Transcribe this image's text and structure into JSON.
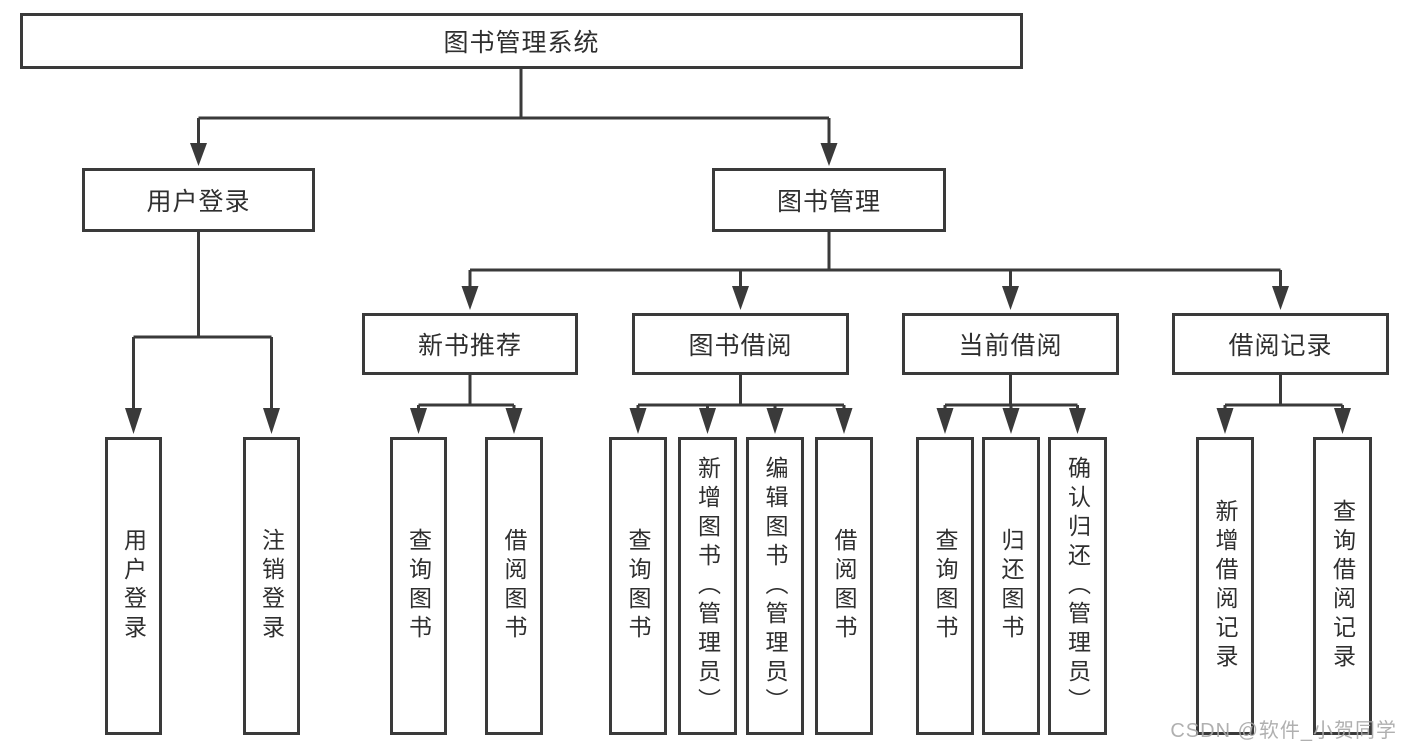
{
  "diagram": {
    "root": "图书管理系统",
    "branches": [
      {
        "label": "用户登录",
        "children": [
          "用户登录",
          "注销登录"
        ]
      },
      {
        "label": "图书管理",
        "sections": [
          {
            "label": "新书推荐",
            "children": [
              "查询图书",
              "借阅图书"
            ]
          },
          {
            "label": "图书借阅",
            "children": [
              "查询图书",
              "新增图书（管理员）",
              "编辑图书（管理员）",
              "借阅图书"
            ]
          },
          {
            "label": "当前借阅",
            "children": [
              "查询图书",
              "归还图书",
              "确认归还（管理员）"
            ]
          },
          {
            "label": "借阅记录",
            "children": [
              "新增借阅记录",
              "查询借阅记录"
            ]
          }
        ]
      }
    ]
  },
  "watermark": {
    "text": "CSDN @软件_小贺同学"
  },
  "colors": {
    "line": "#3a3a3a",
    "box_border": "#3a3a3a",
    "box_fill": "#ffffff",
    "text": "#2f2f2f",
    "background": "#ffffff",
    "watermark": "#a8a8a8"
  }
}
